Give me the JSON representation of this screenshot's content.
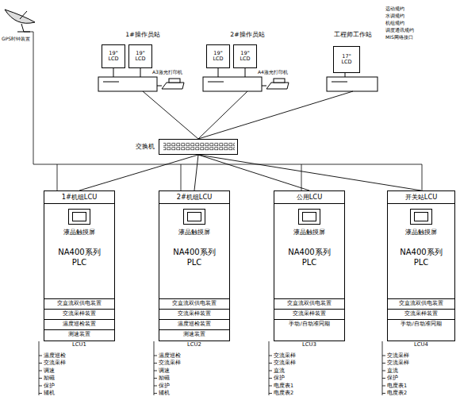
{
  "diagram": {
    "nodes": [
      {
        "text": [
          "1#操作员站"
        ]
      },
      {
        "text": [
          "19\" LCD"
        ],
        "in": 0
      },
      {
        "text": [
          "19\" LCD"
        ],
        "in": 0
      },
      {
        "text": [
          "2#操作员站"
        ]
      },
      {
        "text": [
          "19\" LCD"
        ],
        "in": 3
      },
      {
        "text": [
          "19\" LCD"
        ],
        "in": 3
      },
      {
        "text": [
          "工程师工作站"
        ]
      },
      {
        "text": [
          "17\" LCD"
        ],
        "in": 6
      },
      {
        "text": [
          "交换机"
        ]
      },
      {
        "text": [
          "1#机组LCU",
          "液晶触摸屏",
          "NA400系列 PLC",
          "LCU1"
        ]
      },
      {
        "text": [
          "交直流双供电装置"
        ],
        "in": 9
      },
      {
        "text": [
          "交流采样装置"
        ],
        "in": 9
      },
      {
        "text": [
          "温度巡检装置"
        ],
        "in": 9
      },
      {
        "text": [
          "测速装置"
        ],
        "in": 9
      },
      {
        "text": [
          "2#机组LCU",
          "液晶触摸屏",
          "NA400系列 PLC",
          "LCU2"
        ]
      },
      {
        "text": [
          "交直流双供电装置"
        ],
        "in": 14
      },
      {
        "text": [
          "交流采样装置"
        ],
        "in": 14
      },
      {
        "text": [
          "温度巡检装置"
        ],
        "in": 14
      },
      {
        "text": [
          "测速装置"
        ],
        "in": 14
      },
      {
        "text": [
          "公用LCU",
          "液晶触摸屏",
          "NA400系列 PLC",
          "LCU3"
        ]
      },
      {
        "text": [
          "交直流双供电装置"
        ],
        "in": 19
      },
      {
        "text": [
          "交流采样装置"
        ],
        "in": 19
      },
      {
        "text": [
          "手动/自动准同期"
        ],
        "in": 19
      },
      {
        "text": [
          "开关站LCU",
          "液晶触摸屏",
          "NA400系列 PLC",
          "LCU4"
        ]
      },
      {
        "text": [
          "交直流双供电装置"
        ],
        "in": 23
      },
      {
        "text": [
          "交流采样装置"
        ],
        "in": 23
      },
      {
        "text": [
          "手动/自动准同期"
        ],
        "in": 23
      }
    ],
    "edges": [
      {
        "from": 0,
        "to": 8,
        "arrow": "none"
      },
      {
        "from": 3,
        "to": 8,
        "arrow": "none"
      },
      {
        "from": 6,
        "to": 8,
        "arrow": "none"
      },
      {
        "from": 8,
        "to": 9,
        "arrow": "none"
      },
      {
        "from": 8,
        "to": 14,
        "arrow": "none"
      },
      {
        "from": 8,
        "to": 19,
        "arrow": "none"
      },
      {
        "from": 8,
        "to": 23,
        "arrow": "none"
      }
    ],
    "labels": [
      "GPS时钟装置",
      "A3激光打印机",
      "A4激光打印机",
      "远动规约",
      "水调规约",
      "机组规约",
      "调度通讯规约",
      "MIS网络接口",
      "温度巡检",
      "交流采样",
      "调速",
      "励磁",
      "保护",
      "辅机",
      "温度巡检",
      "交流采样",
      "调速",
      "励磁",
      "保护",
      "辅机",
      "交流采样",
      "交流采样",
      "直流",
      "保护",
      "电度表1",
      "电度表2",
      "交流采样",
      "交流采样",
      "直流",
      "保护",
      "电度表1",
      "电度表2"
    ]
  }
}
